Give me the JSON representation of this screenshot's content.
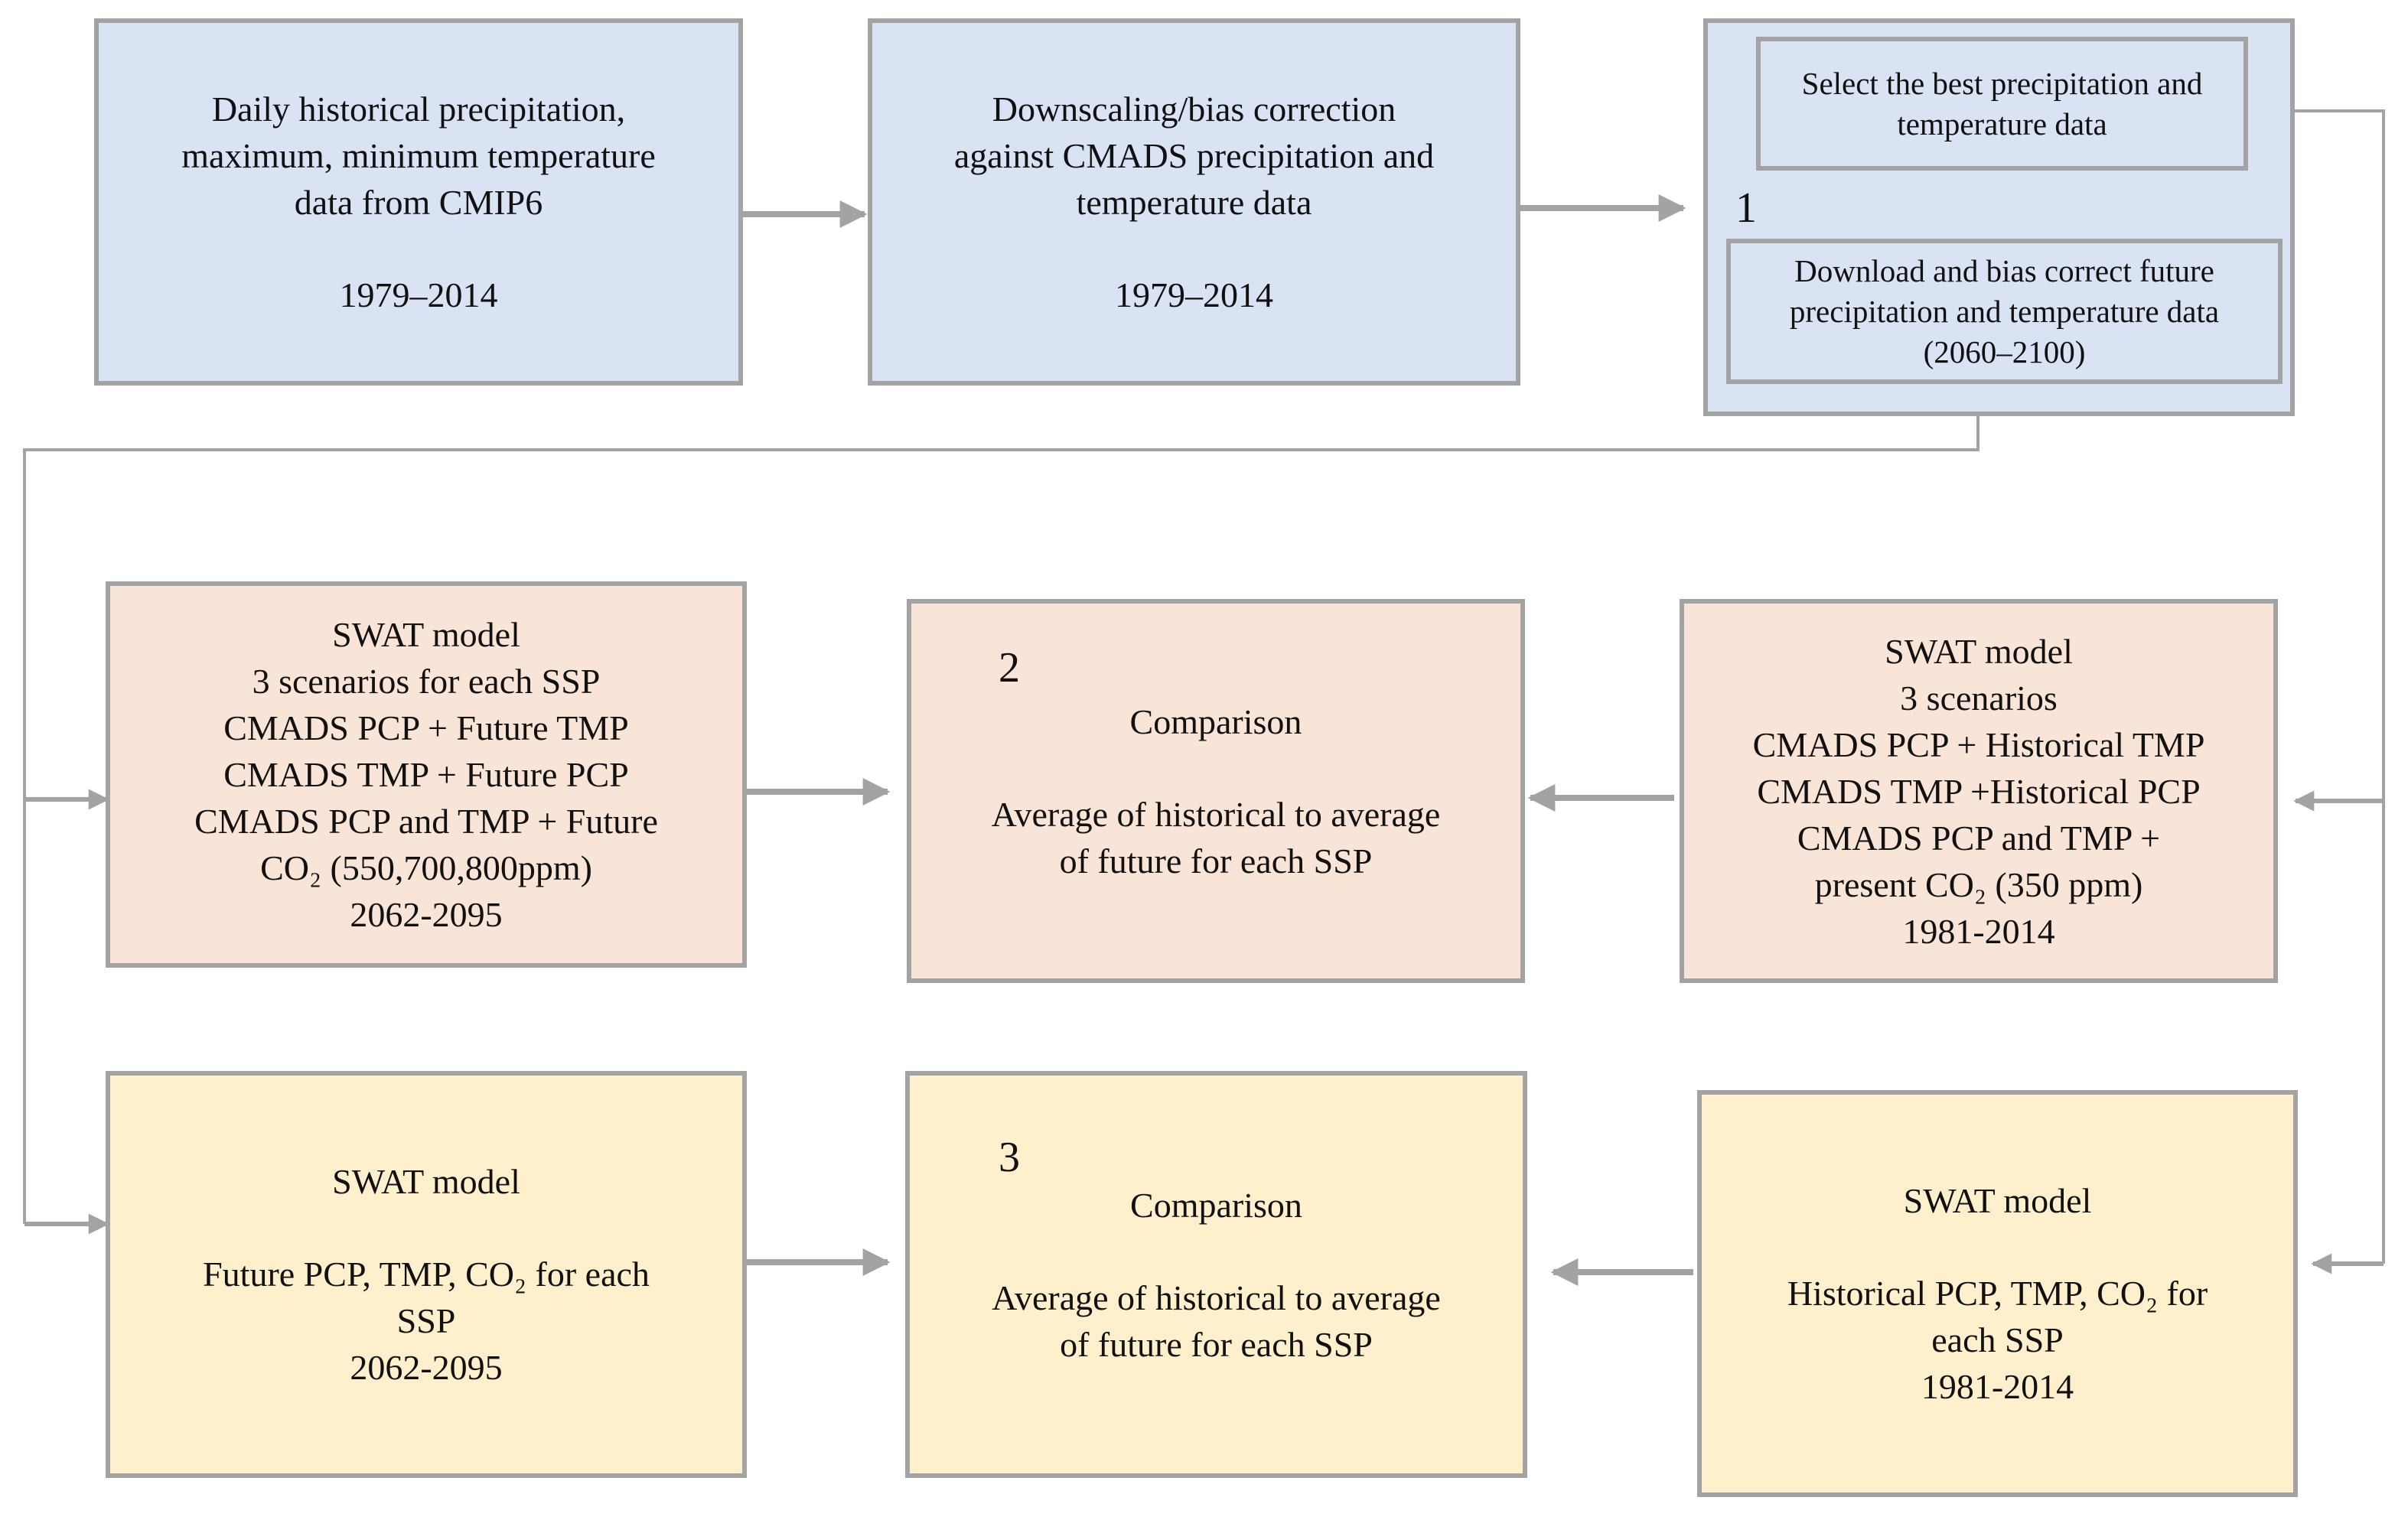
{
  "box_cmip6": {
    "lines": [
      "Daily historical precipitation,",
      "maximum, minimum temperature",
      "data from CMIP6"
    ],
    "years": "1979–2014"
  },
  "box_downscaling": {
    "lines": [
      "Downscaling/bias correction",
      "against CMADS precipitation and",
      "temperature data"
    ],
    "years": "1979–2014"
  },
  "box_select": {
    "number": "1",
    "select_lines": [
      "Select the best precipitation and",
      "temperature data"
    ],
    "download_lines": [
      "Download and bias correct future",
      "precipitation and temperature data",
      "(2060–2100)"
    ]
  },
  "box_swat_future_scen": {
    "lines": [
      "SWAT model",
      "3 scenarios for each SSP",
      "CMADS PCP + Future TMP",
      "CMADS TMP + Future PCP",
      "CMADS PCP and TMP + Future",
      "CO₂ (550,700,800ppm)",
      "2062-2095"
    ]
  },
  "box_comparison_2": {
    "number": "2",
    "title": "Comparison",
    "lines": [
      "Average of historical to average",
      "of future for each SSP"
    ]
  },
  "box_swat_hist_scen": {
    "lines": [
      "SWAT model",
      "3 scenarios",
      "CMADS PCP + Historical TMP",
      "CMADS TMP +Historical PCP",
      "CMADS PCP and TMP +",
      "present CO₂ (350 ppm)",
      "1981-2014"
    ]
  },
  "box_swat_future": {
    "title": "SWAT model",
    "lines": [
      "Future PCP, TMP, CO₂ for each",
      "SSP",
      "2062-2095"
    ]
  },
  "box_comparison_3": {
    "number": "3",
    "title": "Comparison",
    "lines": [
      "Average of historical to average",
      "of future for each SSP"
    ]
  },
  "box_swat_hist": {
    "title": "SWAT model",
    "lines": [
      "Historical PCP, TMP, CO₂ for",
      "each SSP",
      "1981-2014"
    ]
  },
  "colors": {
    "blue_fill": "#d9e3f3",
    "pink_fill": "#f9e4d8",
    "yellow_fill": "#fef0cd",
    "border": "#a3a3a3",
    "arrow": "#a3a3a3"
  }
}
